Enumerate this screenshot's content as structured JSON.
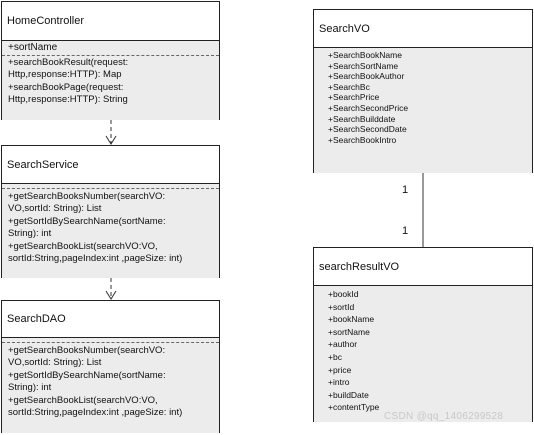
{
  "classes": {
    "home_controller": {
      "name": "HomeController",
      "fields": [
        "+sortName"
      ],
      "operations": [
        "+searchBookResult(request:",
        "Http,response:HTTP): Map",
        "+searchBookPage(request:",
        "Http,response:HTTP): String"
      ]
    },
    "search_service": {
      "name": "SearchService",
      "operations": [
        "+getSearchBooksNumber(searchVO:",
        "VO,sortId: String): List",
        "+getSortIdBySearchName(sortName:",
        "String): int",
        "+getSearchBookList(searchVO:VO,",
        "sortId:String,pageIndex:int ,pageSize: int)"
      ]
    },
    "search_dao": {
      "name": "SearchDAO",
      "operations": [
        "+getSearchBooksNumber(searchVO:",
        "VO,sortId: String): List",
        "+getSortIdBySearchName(sortName:",
        "String): int",
        "+getSearchBookList(searchVO:VO,",
        "sortId:String,pageIndex:int ,pageSize: int)"
      ]
    },
    "search_vo": {
      "name": "SearchVO",
      "attributes": [
        "+SearchBookName",
        "+SearchSortName",
        "+SearchBookAuthor",
        "+SearchBc",
        "+SearchPrice",
        "+SearchSecondPrice",
        "+SearchBuilddate",
        "+SearchSecondDate",
        "+SearchBookIntro"
      ]
    },
    "search_result_vo": {
      "name": "searchResultVO",
      "attributes": [
        "+bookId",
        "+sortId",
        "+bookName",
        "+sortName",
        "+author",
        "+bc",
        "+price",
        "+intro",
        "+buildDate",
        "+contentType"
      ]
    }
  },
  "association": {
    "multiplicity_top": "1",
    "multiplicity_bottom": "1"
  },
  "watermark": "CSDN @qq_1406299528"
}
